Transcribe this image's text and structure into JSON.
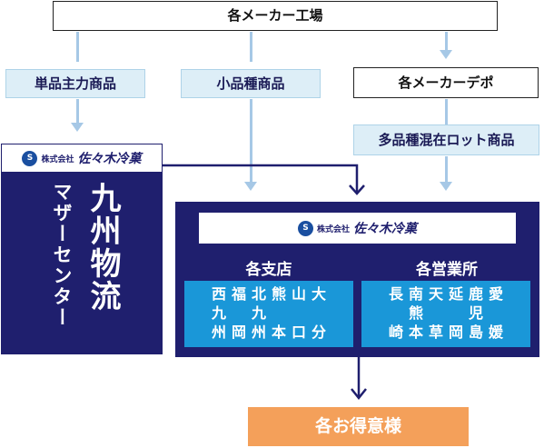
{
  "top_box": "各メーカー工場",
  "depot_box": "各メーカーデポ",
  "labels": {
    "single_item": "単品主力商品",
    "small_variety": "小品種商品",
    "multi_mixed": "多品種混在ロット商品"
  },
  "logo": {
    "prefix": "株式会社",
    "name": "佐々木冷菓",
    "mark": "S"
  },
  "kyushu_center": {
    "title": "九州物流",
    "subtitle": "マザーセンター"
  },
  "branches": {
    "title": "各支店",
    "columns": [
      [
        "西",
        "九",
        "州"
      ],
      [
        "福",
        "",
        "岡"
      ],
      [
        "北",
        "九",
        "州"
      ],
      [
        "熊",
        "",
        "本"
      ],
      [
        "山",
        "",
        "口"
      ],
      [
        "大",
        "",
        "分"
      ]
    ]
  },
  "offices": {
    "title": "各営業所",
    "columns": [
      [
        "長",
        "",
        "崎"
      ],
      [
        "南",
        "熊",
        "本"
      ],
      [
        "天",
        "",
        "草"
      ],
      [
        "延",
        "",
        "岡"
      ],
      [
        "鹿",
        "児",
        "島"
      ],
      [
        "愛",
        "",
        "媛"
      ]
    ]
  },
  "customers": "各お得意様",
  "colors": {
    "navy": "#1f1f6e",
    "cyan": "#1a97d8",
    "light_blue_box": "#ddeef7",
    "arrow_light": "#a6c8e6",
    "orange": "#f4a05a"
  }
}
